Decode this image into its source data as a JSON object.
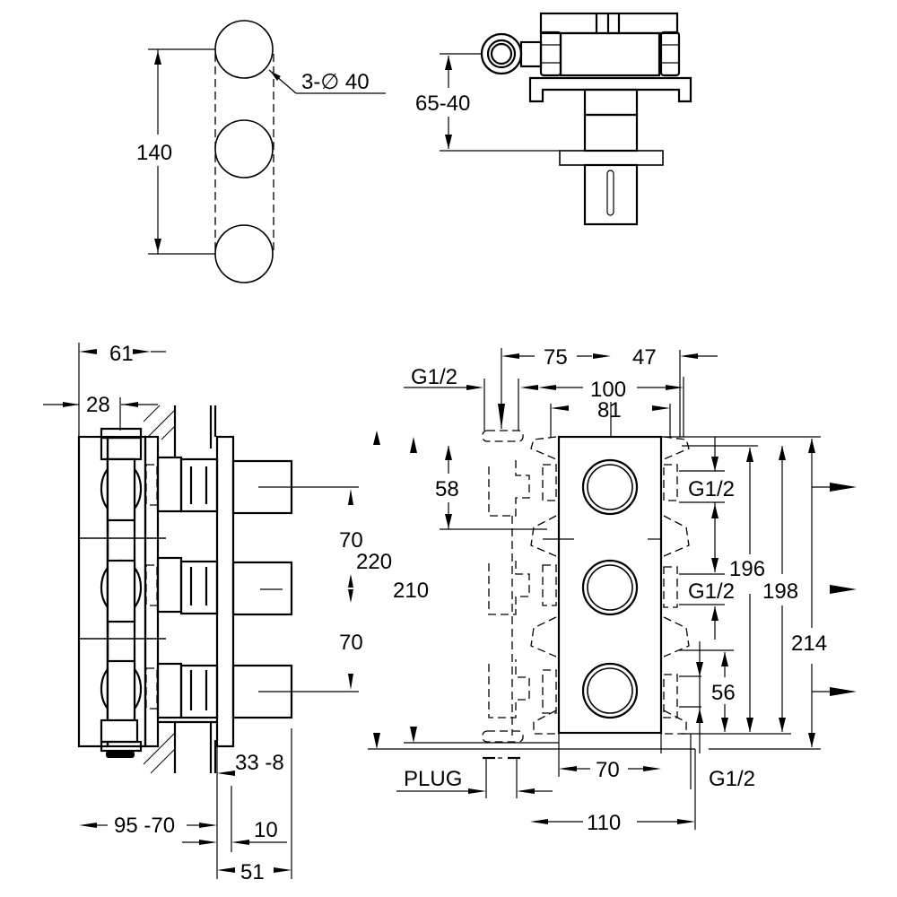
{
  "drawing": {
    "title": "Triple concealed valve installation dimension drawing",
    "ink_color": "#000000",
    "background_color": "#ffffff"
  },
  "views": {
    "front_handles": {
      "labels": {
        "center_spacing": "140",
        "handle_diameter": "3-∅ 40"
      }
    },
    "top_view": {
      "labels": {
        "depth_range": "65-40"
      }
    },
    "side_section": {
      "labels": {
        "body_width": "61",
        "pipe_offset": "28",
        "spacing_upper": "70",
        "height_220": "220",
        "height_210": "210",
        "spacing_lower": "70",
        "plate_thickness": "33 -8",
        "install_depth": "95 -70",
        "cover_depth": "10",
        "overall_projection": "51"
      }
    },
    "front_body": {
      "labels": {
        "inlet_top": "G1/2",
        "width_75": "75",
        "width_47": "47",
        "width_100": "100",
        "width_81": "81",
        "height_58": "58",
        "outlet_1": "G1/2",
        "outlet_2": "G1/2",
        "height_196": "196",
        "height_198": "198",
        "height_214": "214",
        "height_56": "56",
        "plug": "PLUG",
        "width_70": "70",
        "outlet_bottom": "G1/2",
        "width_110": "110"
      }
    }
  }
}
